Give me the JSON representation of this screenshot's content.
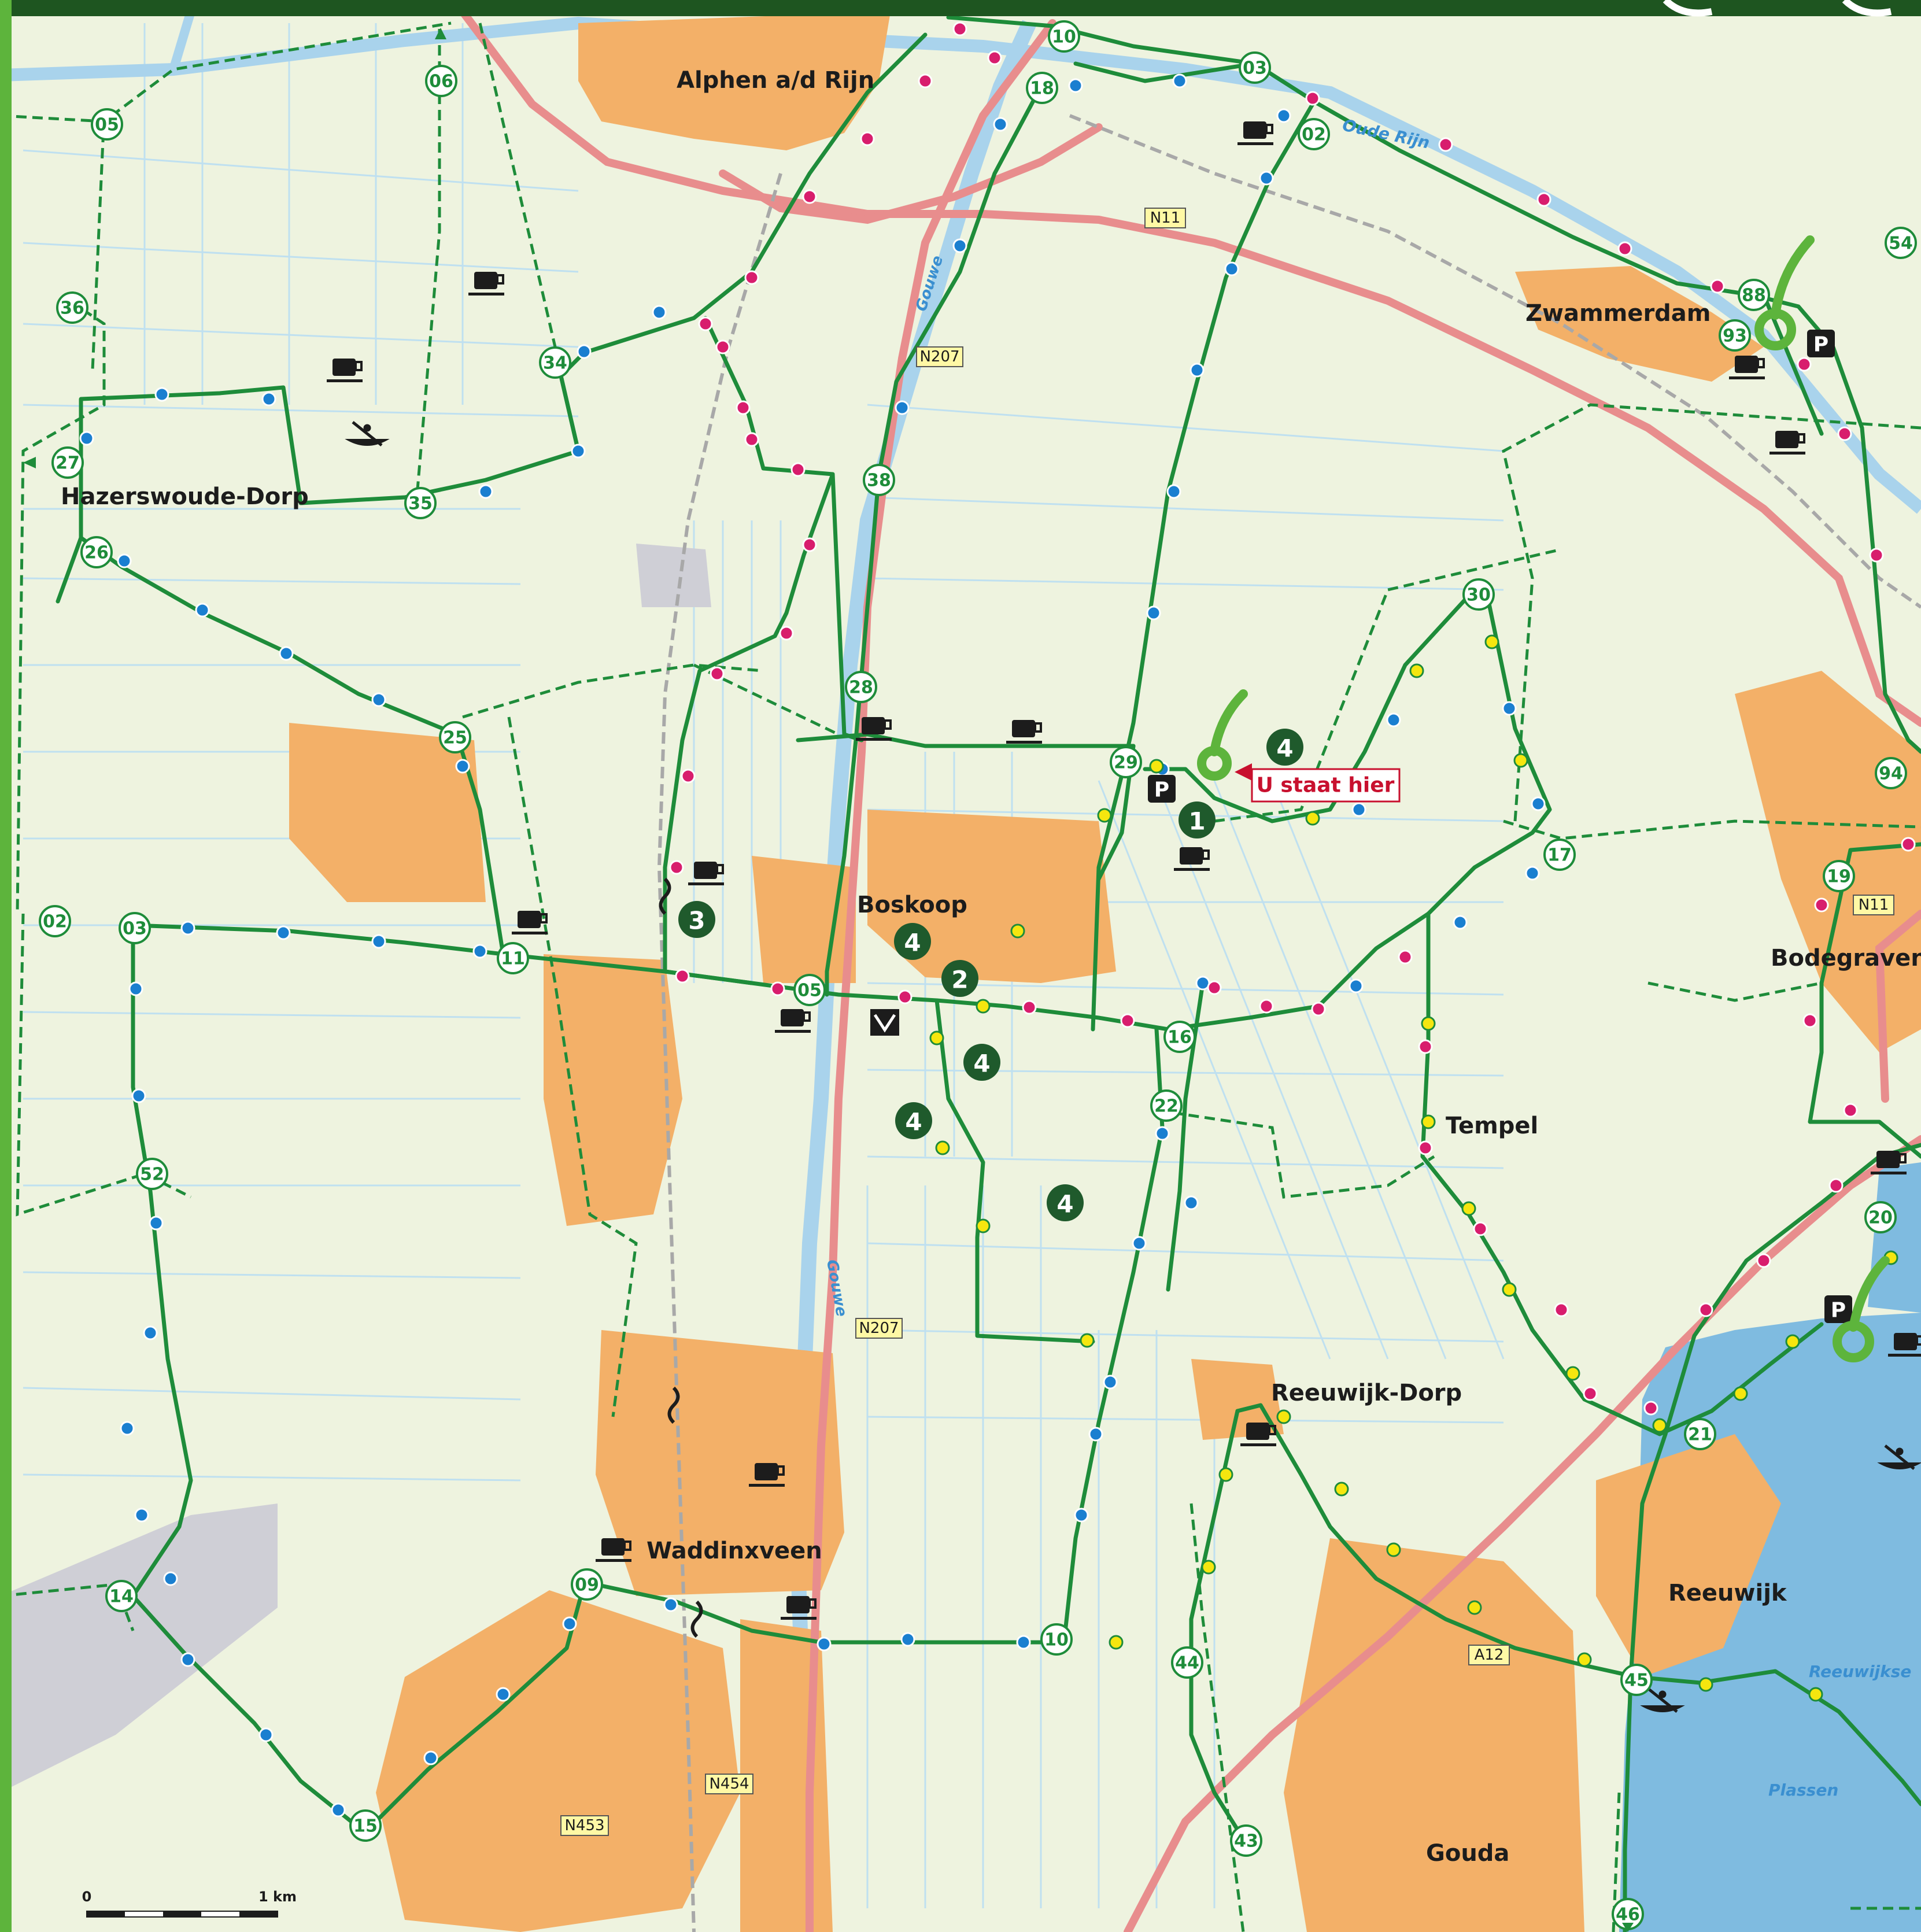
{
  "places": [
    {
      "key": "alphen",
      "label": "Alphen a/d Rijn"
    },
    {
      "key": "zwammerdam",
      "label": "Zwammerdam"
    },
    {
      "key": "hazerswoude",
      "label": "Hazerswoude-Dorp"
    },
    {
      "key": "boskoop",
      "label": "Boskoop"
    },
    {
      "key": "bodegraven",
      "label": "Bodegraven"
    },
    {
      "key": "tempel",
      "label": "Tempel"
    },
    {
      "key": "reeuwijkdorp",
      "label": "Reeuwijk-Dorp"
    },
    {
      "key": "waddinxveen",
      "label": "Waddinxveen"
    },
    {
      "key": "reeuwijk",
      "label": "Reeuwijk"
    },
    {
      "key": "gouda",
      "label": "Gouda"
    }
  ],
  "waters": [
    {
      "key": "oude-rijn",
      "label": "Oude Rijn"
    },
    {
      "key": "gouwe-north",
      "label": "Gouwe"
    },
    {
      "key": "gouwe-south",
      "label": "Gouwe"
    },
    {
      "key": "reeuwijkse",
      "label": "Reeuwijkse"
    },
    {
      "key": "plassen",
      "label": "Plassen"
    }
  ],
  "roads": [
    {
      "key": "n11-north",
      "label": "N11"
    },
    {
      "key": "n207-north",
      "label": "N207"
    },
    {
      "key": "n207-south",
      "label": "N207"
    },
    {
      "key": "n11-east",
      "label": "N11"
    },
    {
      "key": "a12",
      "label": "A12"
    },
    {
      "key": "n454",
      "label": "N454"
    },
    {
      "key": "n453",
      "label": "N453"
    }
  ],
  "junctions": [
    {
      "key": "j10n",
      "label": "10"
    },
    {
      "key": "j03n",
      "label": "03"
    },
    {
      "key": "j18",
      "label": "18"
    },
    {
      "key": "j02n",
      "label": "02"
    },
    {
      "key": "j06",
      "label": "06"
    },
    {
      "key": "j05w",
      "label": "05"
    },
    {
      "key": "j54",
      "label": "54"
    },
    {
      "key": "j88",
      "label": "88"
    },
    {
      "key": "j93",
      "label": "93"
    },
    {
      "key": "j36",
      "label": "36"
    },
    {
      "key": "j34",
      "label": "34"
    },
    {
      "key": "j27",
      "label": "27"
    },
    {
      "key": "j35",
      "label": "35"
    },
    {
      "key": "j38",
      "label": "38"
    },
    {
      "key": "j26",
      "label": "26"
    },
    {
      "key": "j30",
      "label": "30"
    },
    {
      "key": "j28",
      "label": "28"
    },
    {
      "key": "j25",
      "label": "25"
    },
    {
      "key": "j29",
      "label": "29"
    },
    {
      "key": "j94",
      "label": "94"
    },
    {
      "key": "j17",
      "label": "17"
    },
    {
      "key": "j19",
      "label": "19"
    },
    {
      "key": "j02w",
      "label": "02"
    },
    {
      "key": "j03w",
      "label": "03"
    },
    {
      "key": "j11",
      "label": "11"
    },
    {
      "key": "j05b",
      "label": "05"
    },
    {
      "key": "j16",
      "label": "16"
    },
    {
      "key": "j22",
      "label": "22"
    },
    {
      "key": "j52",
      "label": "52"
    },
    {
      "key": "j20",
      "label": "20"
    },
    {
      "key": "j21",
      "label": "21"
    },
    {
      "key": "j09",
      "label": "09"
    },
    {
      "key": "j14",
      "label": "14"
    },
    {
      "key": "j10s",
      "label": "10"
    },
    {
      "key": "j44",
      "label": "44"
    },
    {
      "key": "j45",
      "label": "45"
    },
    {
      "key": "j15",
      "label": "15"
    },
    {
      "key": "j43",
      "label": "43"
    },
    {
      "key": "j46",
      "label": "46"
    }
  ],
  "badges": [
    {
      "key": "b1",
      "label": "1"
    },
    {
      "key": "b2",
      "label": "2"
    },
    {
      "key": "b3",
      "label": "3"
    },
    {
      "key": "b4a",
      "label": "4"
    },
    {
      "key": "b4b",
      "label": "4"
    },
    {
      "key": "b4c",
      "label": "4"
    },
    {
      "key": "b4d",
      "label": "4"
    },
    {
      "key": "b4e",
      "label": "4"
    }
  ],
  "you_are_here": "U staat hier",
  "parking_label": "P",
  "scale_bar": {
    "zero": "0",
    "end": "1 km"
  },
  "icons": [
    "cafe-icon",
    "canoe-icon",
    "parking-icon",
    "tourist-office-icon",
    "route-marker-icon",
    "ferry-icon",
    "direction-arrow-icon"
  ],
  "colors": {
    "background": "#eef3df",
    "water": "#a9d3ec",
    "lake": "#7fbbe0",
    "built_up": "#f3b068",
    "main_road": "#e88d8d",
    "route": "#1e8c3a",
    "node_blue": "#1a7fd0",
    "node_pink": "#d81d6d",
    "node_yellow": "#f5e60f",
    "frame": "#5db43c",
    "header": "#1e5520",
    "label_red": "#c8102e"
  }
}
